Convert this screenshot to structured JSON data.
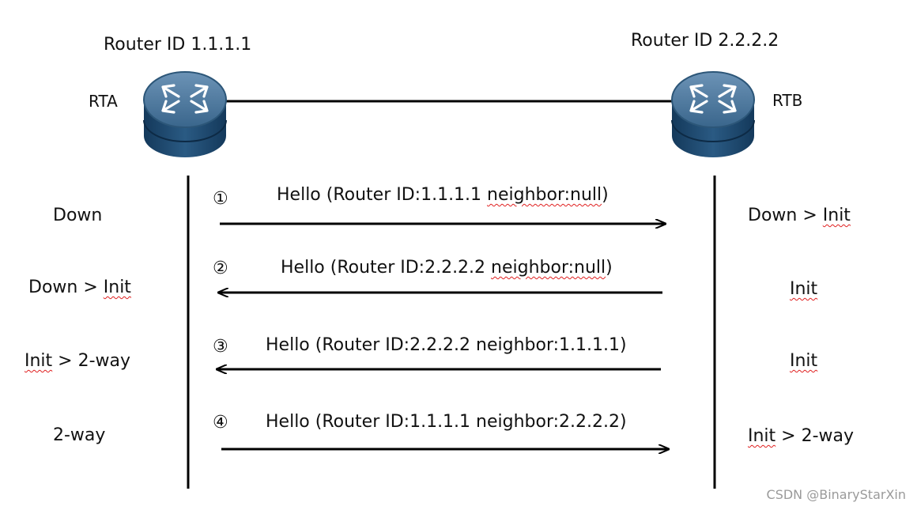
{
  "routers": {
    "a": {
      "name": "RTA",
      "router_id": "Router ID 1.1.1.1",
      "icon": "router-icon"
    },
    "b": {
      "name": "RTB",
      "router_id": "Router ID 2.2.2.2",
      "icon": "router-icon"
    }
  },
  "messages": [
    {
      "step": "①",
      "text_plain": "Hello (Router ID:1.1.1.1 ",
      "text_marked": "neighbor:null",
      "text_end": ")",
      "direction": "a-to-b",
      "state_a": {
        "before": "Down",
        "sep": "",
        "after": ""
      },
      "state_b": {
        "before": "Down > ",
        "sep": "",
        "after": "Init"
      }
    },
    {
      "step": "②",
      "text_plain": "Hello (Router ID:2.2.2.2 ",
      "text_marked": "neighbor:null",
      "text_end": ")",
      "direction": "b-to-a",
      "state_a": {
        "before": "Down > ",
        "sep": "",
        "after": "Init"
      },
      "state_b": {
        "before": "",
        "sep": "",
        "after": "Init"
      }
    },
    {
      "step": "③",
      "text_plain": "Hello (Router ID:2.2.2.2 neighbor:1.1.1.1)",
      "text_marked": "",
      "text_end": "",
      "direction": "b-to-a",
      "state_a": {
        "before": "",
        "sep": "",
        "after": "Init",
        "tail": " > 2-way"
      },
      "state_b": {
        "before": "",
        "sep": "",
        "after": "Init"
      }
    },
    {
      "step": "④",
      "text_plain": "Hello (Router ID:1.1.1.1 neighbor:2.2.2.2)",
      "text_marked": "",
      "text_end": "",
      "direction": "a-to-b",
      "state_a": {
        "before": "2-way",
        "sep": "",
        "after": ""
      },
      "state_b": {
        "before": "",
        "sep": "",
        "after": "Init",
        "tail": " >  2-way"
      }
    }
  ],
  "watermark": "CSDN @BinaryStarXin",
  "colors": {
    "line": "#000000",
    "router_top": "#3f6d93",
    "router_body": "#1e4a70",
    "router_dark": "#10314f",
    "icon_arrows": "#ffffff",
    "spellcheck": "#e02020",
    "watermark": "#9a9a9a"
  }
}
